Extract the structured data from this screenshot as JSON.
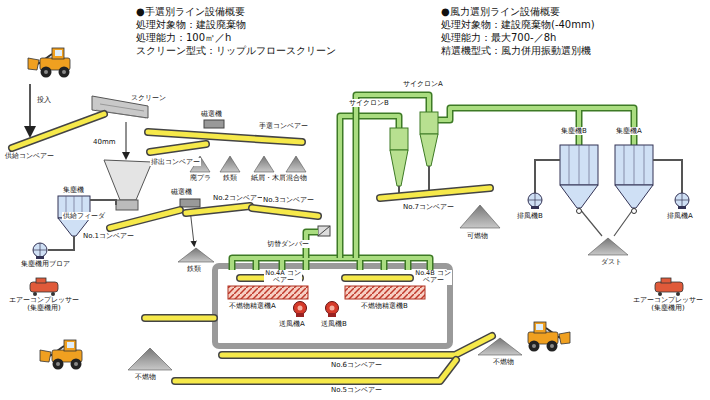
{
  "diagram": {
    "labels": [
      "●手選別ライン設備概要",
      "処理対象物：建設廃棄物",
      "処理能力：100㎥／h",
      "スクリーン型式：リップルフロースクリーン",
      "●風力選別ライン設備概要",
      "処理対象物：建設廃棄物(-40mm)",
      "処理能力：最大700-／8h",
      "精選機型式：風力併用振動選別機",
      "投入",
      "スクリーン",
      "供給コンベアー",
      "磁選機",
      "手選コンベアー",
      "40mm",
      "排出コンベアー",
      "廃プラ",
      "鉄類",
      "紙屑・木屑",
      "混合物",
      "集塵機",
      "供給フィーダ",
      "磁選機",
      "No.2コンベアー",
      "No.3コンベアー",
      "No.1コンベアー",
      "集塵機用ブロア",
      "鉄類",
      "エアーコンプレッサー (集塵機用)",
      "切替ダンパー",
      "サイクロンB",
      "サイクロンA",
      "No.7コンベアー",
      "可燃物",
      "集塵機B",
      "集塵機A",
      "排風機B",
      "排風機A",
      "ダスト",
      "エアーコンプレッサー (集塵機用)",
      "No.4A コンベアー",
      "No.4B コンベアー",
      "不燃物精選機A",
      "不燃物精選機B",
      "送風機A",
      "送風機B",
      "No.6コンベアー",
      "不燃物",
      "不燃物",
      "No.5コンベアー"
    ]
  }
}
